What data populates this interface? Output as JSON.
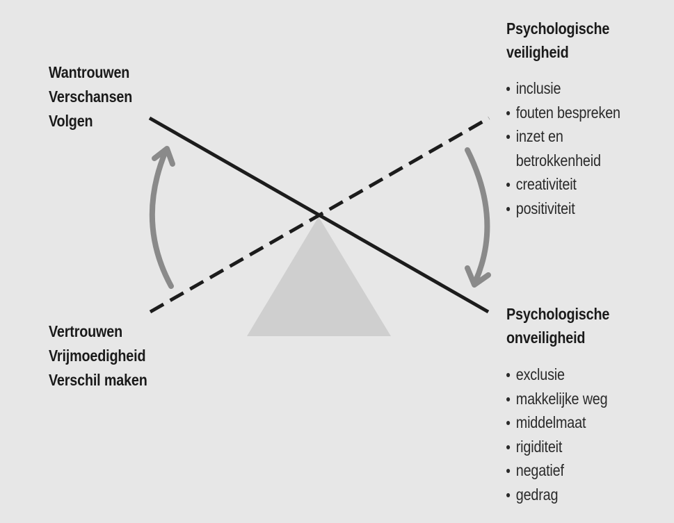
{
  "left_top": {
    "lines": [
      "Wantrouwen",
      "Verschansen",
      "Volgen"
    ]
  },
  "left_bottom": {
    "lines": [
      "Vertrouwen",
      "Vrijmoedigheid",
      "Verschil maken"
    ]
  },
  "safety": {
    "heading": [
      "Psychologische",
      "veiligheid"
    ],
    "items": [
      {
        "lines": [
          "inclusie"
        ]
      },
      {
        "lines": [
          "fouten bespreken"
        ]
      },
      {
        "lines": [
          "inzet en",
          "betrokkenheid"
        ]
      },
      {
        "lines": [
          "creativiteit"
        ]
      },
      {
        "lines": [
          "positiviteit"
        ]
      }
    ]
  },
  "unsafety": {
    "heading": [
      "Psychologische",
      "onveiligheid"
    ],
    "items": [
      {
        "lines": [
          "exclusie"
        ]
      },
      {
        "lines": [
          "makkelijke weg"
        ]
      },
      {
        "lines": [
          "middelmaat"
        ]
      },
      {
        "lines": [
          "rigiditeit"
        ]
      },
      {
        "lines": [
          "negatief"
        ]
      },
      {
        "lines": [
          "gedrag"
        ]
      }
    ]
  },
  "colors": {
    "background": "#e7e7e7",
    "line": "#1c1c1c",
    "arrow": "#8a8a8a",
    "fulcrum": "#cfcfcf"
  }
}
